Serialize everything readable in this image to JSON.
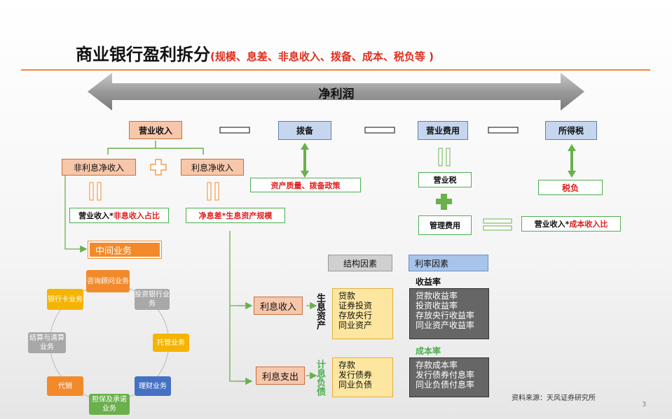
{
  "header": {
    "title_main": "商业银行盈利拆分",
    "title_sub": "(规模、息差、非息收入、拨备、成本、税负等 )"
  },
  "arrow_banner": {
    "label": "净利润"
  },
  "row1": {
    "revenue": "营业收入",
    "provision": "拨备",
    "opex": "营业费用",
    "tax": "所得税"
  },
  "row2": {
    "non_interest": "非利息净收入",
    "interest": "利息净收入"
  },
  "formulas": {
    "non_interest_left": "营业收入*",
    "non_interest_right": "非息收入占比",
    "interest_left": "净息差*",
    "interest_right": "生息资产规模",
    "provision_driver": "资产质量、拨备政策",
    "business_tax": "营业税",
    "mgmt_fee": "管理费用",
    "tax_burden": "税负",
    "cost_left": "营业收入*",
    "cost_right": "成本收入比"
  },
  "intermediary": {
    "label": "中间业务",
    "items": [
      "咨询顾问业务",
      "投资银行业务",
      "托管业务",
      "理财业务",
      "担保及承诺业务",
      "代销",
      "结算与清算业务",
      "银行卡业务"
    ]
  },
  "factors": {
    "structural": "结构因素",
    "rate": "利率因素",
    "yield_label": "收益率",
    "cost_label": "成本率"
  },
  "interest_income": {
    "label": "利息收入",
    "side_label": "生息资产",
    "items": [
      "贷款",
      "证券投资",
      "存放央行",
      "同业资产"
    ],
    "rates": [
      "贷款收益率",
      "投资收益率",
      "存放央行收益率",
      "同业资产收益率"
    ]
  },
  "interest_expense": {
    "label": "利息支出",
    "side_label": "计息负债",
    "items": [
      "存款",
      "发行债券",
      "同业负债"
    ],
    "rates": [
      "存款成本率",
      "发行债券付息率",
      "同业负债付息率"
    ]
  },
  "footer": {
    "source": "资料来源：天风证券研究所",
    "page": "3"
  },
  "colors": {
    "accent": "#e8893e",
    "red": "#e02020",
    "green": "#4caf50"
  }
}
